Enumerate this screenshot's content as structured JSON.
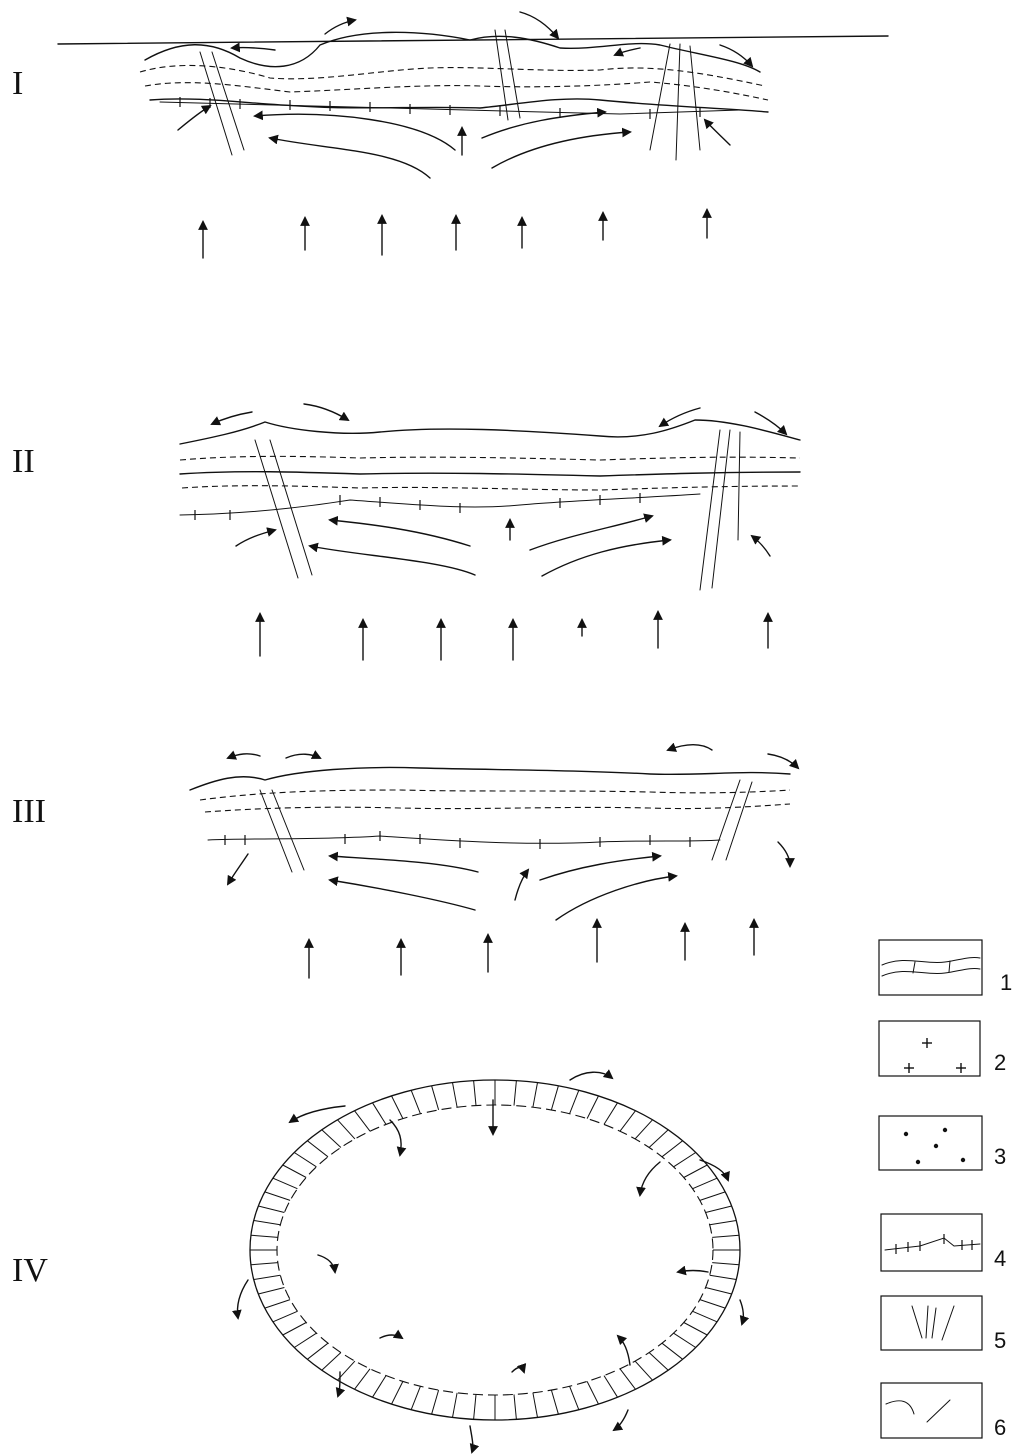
{
  "panels": [
    {
      "id": "I",
      "label": "I"
    },
    {
      "id": "II",
      "label": "II"
    },
    {
      "id": "III",
      "label": "III"
    },
    {
      "id": "IV",
      "label": "IV"
    }
  ],
  "legend": [
    {
      "num": "1",
      "symbol": "layered-strata"
    },
    {
      "num": "2",
      "symbol": "crosses"
    },
    {
      "num": "3",
      "symbol": "dots"
    },
    {
      "num": "4",
      "symbol": "crossed-line"
    },
    {
      "num": "5",
      "symbol": "faults"
    },
    {
      "num": "6",
      "symbol": "flow-arrows"
    }
  ],
  "colors": {
    "ink": "#111111",
    "background": "#ffffff"
  }
}
